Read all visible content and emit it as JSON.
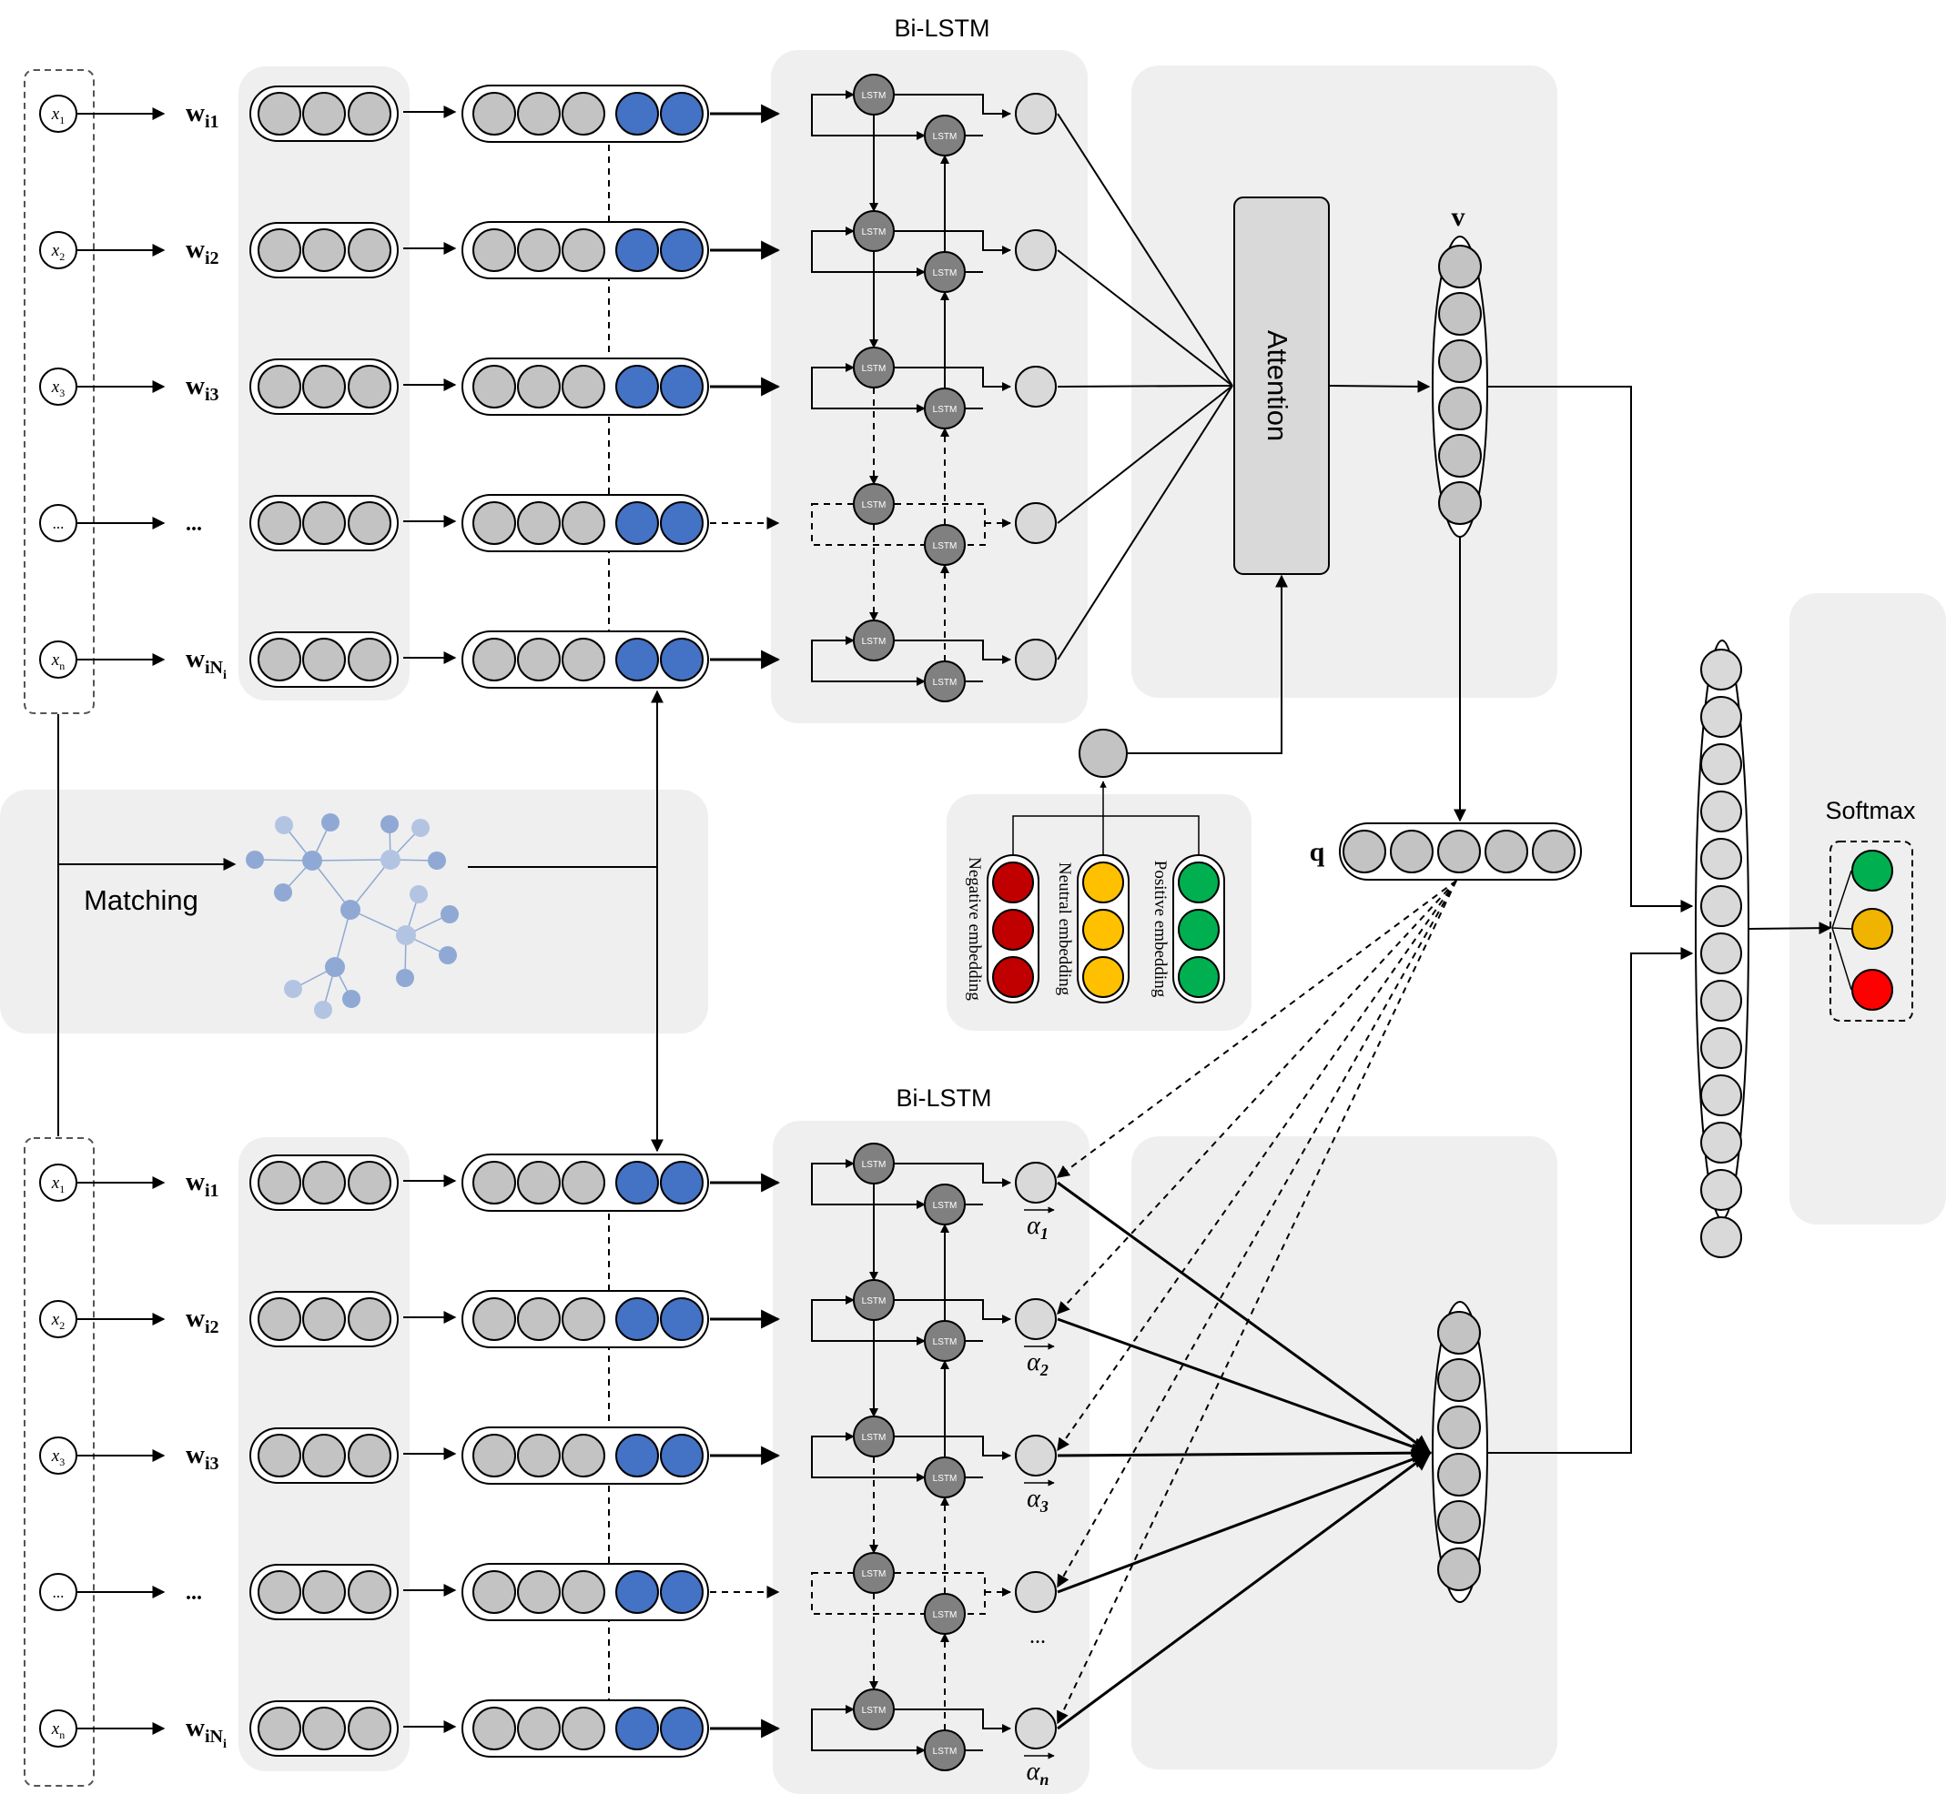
{
  "top_bilstm_title": "Bi-LSTM",
  "bottom_bilstm_title": "Bi-LSTM",
  "lstm_label": "LSTM",
  "attention_label": "Attention",
  "matching_label": "Matching",
  "softmax_label": "Softmax",
  "v_label": "v",
  "q_label": "q",
  "input_rows": [
    {
      "x_main": "x",
      "x_sub": "1",
      "w_main": "w",
      "w_sub": "i1",
      "w_subsub": ""
    },
    {
      "x_main": "x",
      "x_sub": "2",
      "w_main": "w",
      "w_sub": "i2",
      "w_subsub": ""
    },
    {
      "x_main": "x",
      "x_sub": "3",
      "w_main": "w",
      "w_sub": "i3",
      "w_subsub": ""
    },
    {
      "x_main": "...",
      "x_sub": "",
      "w_main": "...",
      "w_sub": "",
      "w_subsub": ""
    },
    {
      "x_main": "x",
      "x_sub": "n",
      "w_main": "w",
      "w_sub": "iN",
      "w_subsub": "i"
    }
  ],
  "alpha_labels": [
    {
      "main": "α",
      "sub": "1"
    },
    {
      "main": "α",
      "sub": "2"
    },
    {
      "main": "α",
      "sub": "3"
    },
    {
      "main": "...",
      "sub": ""
    },
    {
      "main": "α",
      "sub": "n"
    }
  ],
  "sentiment_embeddings": [
    {
      "label": "Negative embedding",
      "color": "#c00000"
    },
    {
      "label": "Neutral embedding",
      "color": "#ffc000"
    },
    {
      "label": "Positive embedding",
      "color": "#00b050"
    }
  ],
  "softmax_colors": [
    "#00b050",
    "#f0b400",
    "#ff0000"
  ],
  "colors": {
    "panel": "#efefef",
    "node_gray": "#c3c3c3",
    "node_light": "#d9d9d9",
    "node_blue": "#4472c4",
    "lstm": "#808080",
    "graph_node": "#8fa9d4"
  }
}
